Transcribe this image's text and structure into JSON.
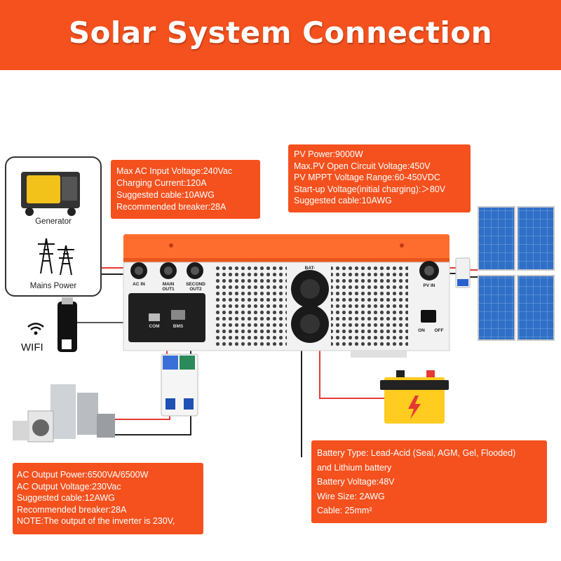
{
  "header": {
    "title": "Solar System Connection"
  },
  "colors": {
    "accent": "#f4511e",
    "wire_red": "#e53935",
    "wire_black": "#222222",
    "panel_blue": "#2f6fc7",
    "inverter_orange": "#ff6d2e"
  },
  "sources": {
    "generator_label": "Generator",
    "mains_label": "Mains Power"
  },
  "wifi": {
    "label": "WIFI"
  },
  "ac_input_box": {
    "lines": [
      "Max AC Input Voltage:240Vac",
      "Charging Current:120A",
      "Suggested cable:10AWG",
      "Recommended breaker:28A"
    ]
  },
  "pv_box": {
    "lines": [
      "PV Power:9000W",
      "Max.PV Open Circuit Voltage:450V",
      "PV MPPT Voltage Range:60-450VDC",
      "Start-up Voltage(initial charging):＞80V",
      "Suggested cable:10AWG"
    ]
  },
  "ac_output_box": {
    "lines": [
      "AC Output Power:6500VA/6500W",
      "AC Output Voltage:230Vac",
      "Suggested cable:12AWG",
      "Recommended breaker:28A",
      "NOTE:The output of the inverter is 230V,"
    ]
  },
  "battery_box": {
    "lines": [
      "Battery Type: Lead-Acid (Seal, AGM, Gel, Flooded)",
      "and Lithium battery",
      "Battery Voltage:48V",
      "Wire Size: 2AWG",
      "Cable: 25mm²"
    ]
  },
  "inverter_labels": {
    "ac_in": "AC IN",
    "main_out": "MAIN OUT1",
    "second_out": "SECOND OUT2",
    "com": "COM",
    "bms": "BMS",
    "bat_pos": "BAT-",
    "bat_neg": "BAT-",
    "pv_in": "PV IN",
    "on": "ON",
    "off": "OFF"
  }
}
